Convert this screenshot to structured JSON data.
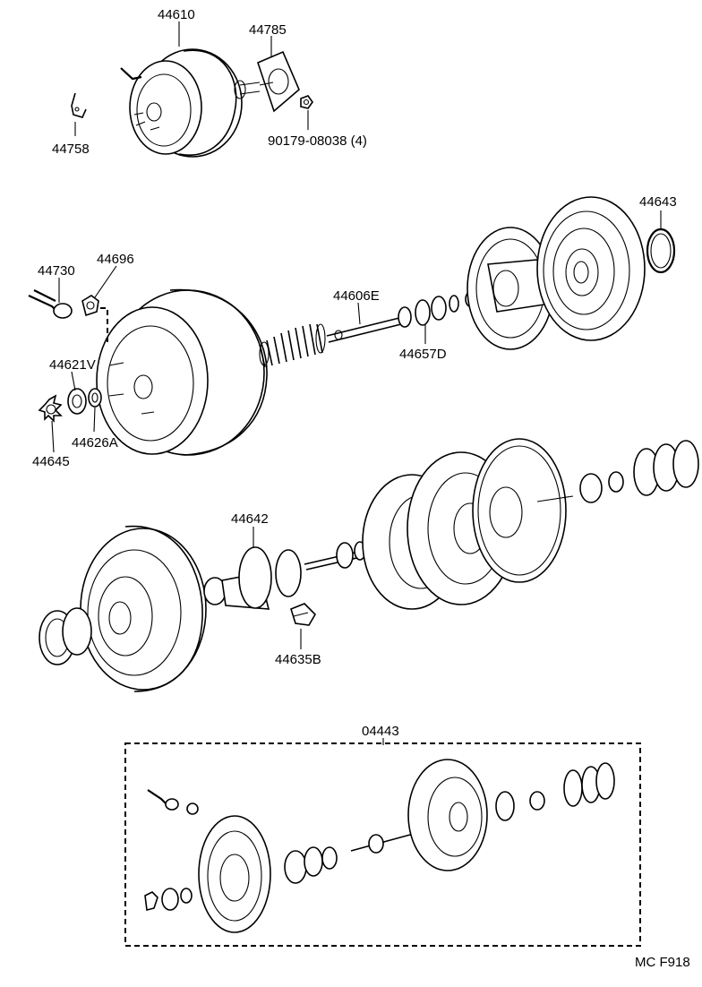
{
  "labels": {
    "l44610": "44610",
    "l44785": "44785",
    "l44758": "44758",
    "l90179": "90179-08038 (4)",
    "l44643": "44643",
    "l44730": "44730",
    "l44696": "44696",
    "l44606E": "44606E",
    "l44657D": "44657D",
    "l44621V": "44621V",
    "l44626A": "44626A",
    "l44645": "44645",
    "l44642": "44642",
    "l44635B": "44635B",
    "l04443": "04443",
    "code": "MC F918"
  }
}
